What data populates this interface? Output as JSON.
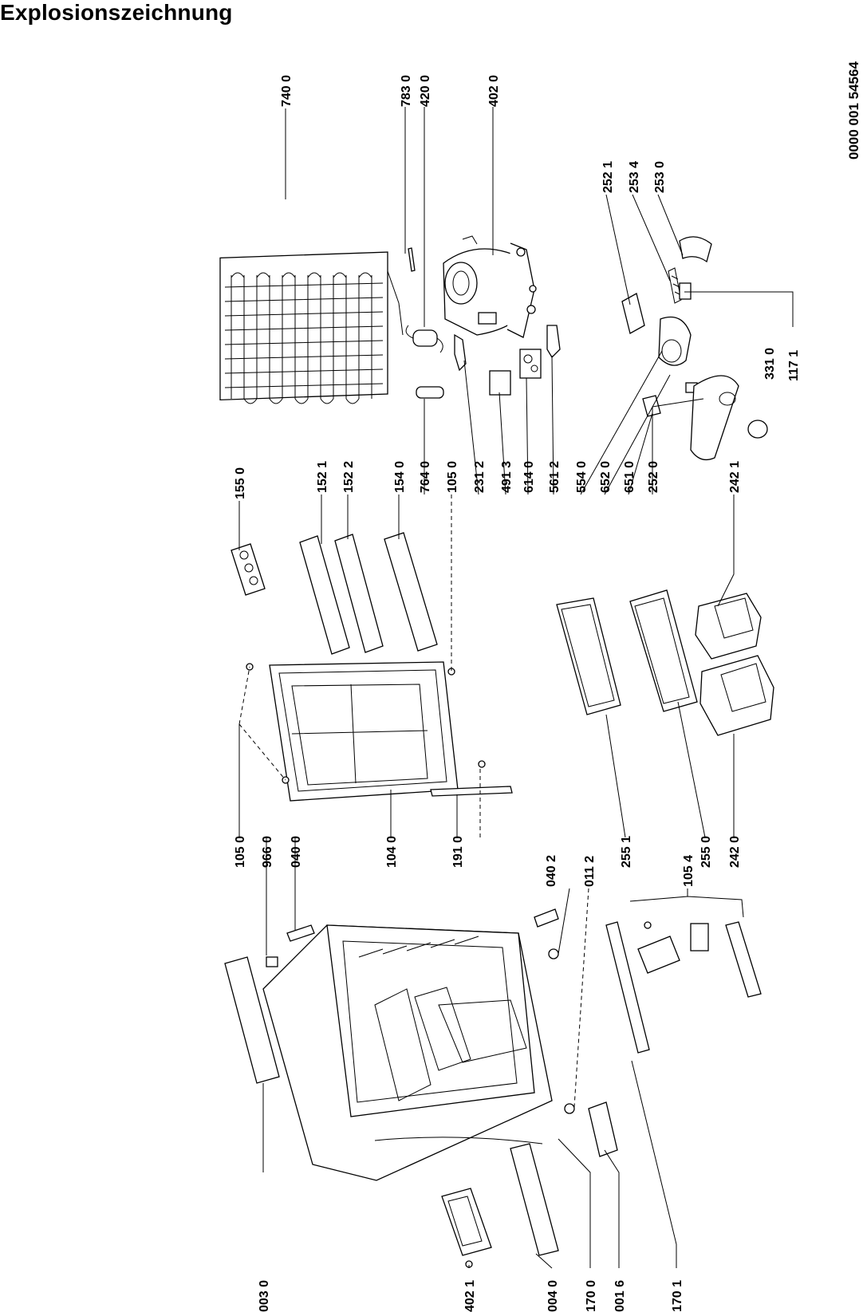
{
  "title": "Explosionszeichnung",
  "document_number": "0000 001 54564",
  "part_labels": [
    "003 0",
    "402 1",
    "004 0",
    "170 0",
    "001 6",
    "170 1",
    "105 0",
    "966 0",
    "040 0",
    "104 0",
    "191 0",
    "040 2",
    "011 2",
    "255 1",
    "105 4",
    "255 0",
    "242 0",
    "155 0",
    "152 1",
    "152 2",
    "154 0",
    "764 0",
    "105 0",
    "231 2",
    "491 3",
    "614 0",
    "561 2",
    "554 0",
    "652 0",
    "651 0",
    "252 0",
    "242 1",
    "740 0",
    "783 0",
    "420 0",
    "402 0",
    "252 1",
    "253 4",
    "253 0",
    "331 0",
    "117 1"
  ]
}
